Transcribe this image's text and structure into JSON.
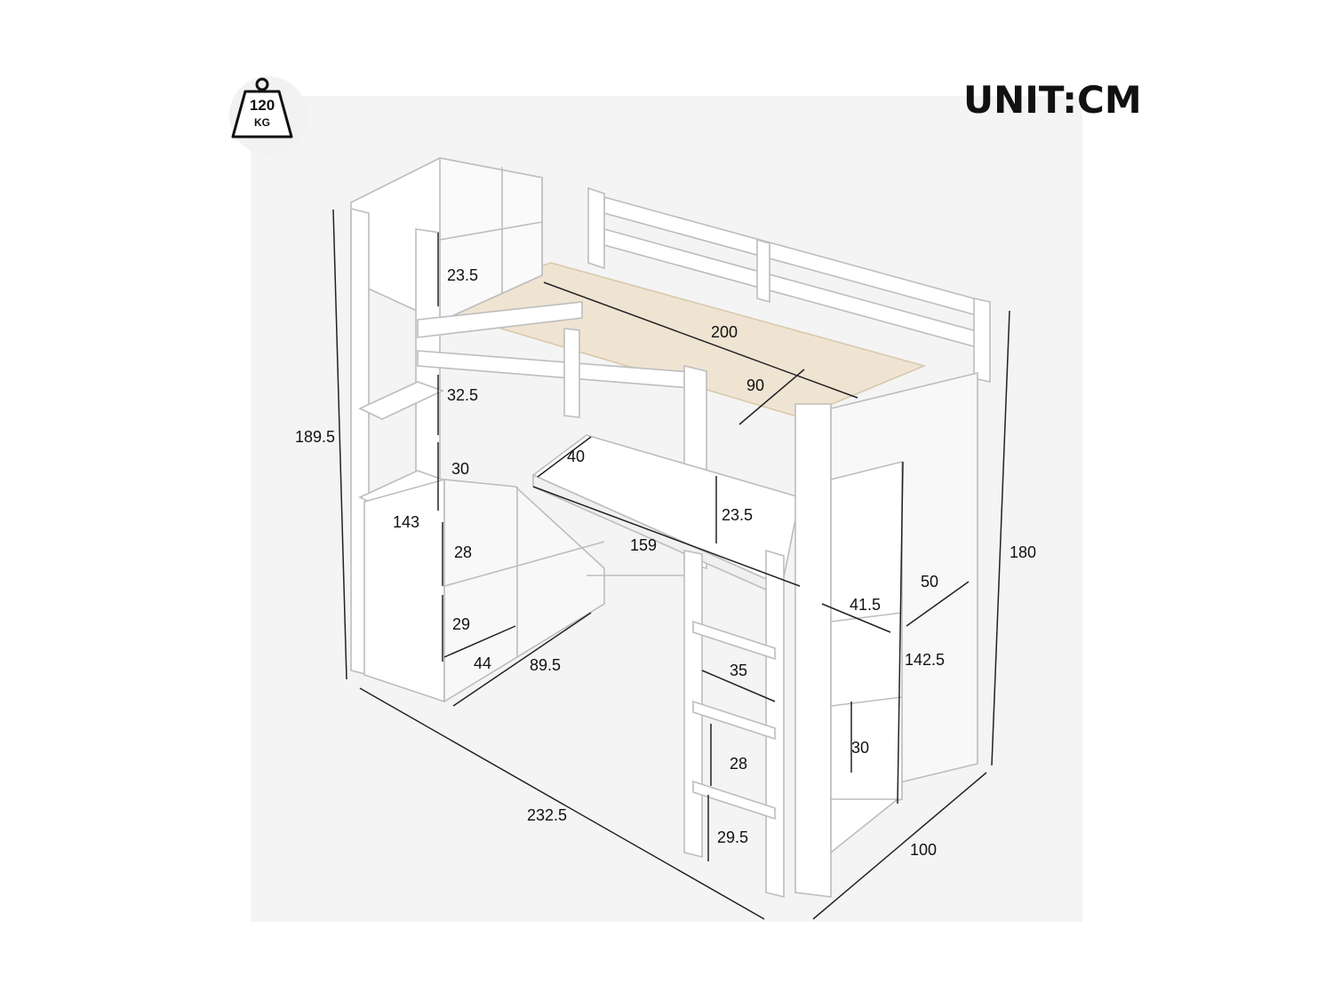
{
  "unit_label": "UNIT:CM",
  "weight_badge": {
    "value": "120",
    "unit": "KG",
    "icon": "weight-icon"
  },
  "dimensions": {
    "total_height": "189.5",
    "total_length": "232.5",
    "depth": "100",
    "right_height": "180",
    "mattress_length": "200",
    "mattress_width": "90",
    "shelf_top": "23.5",
    "shelf_1": "32.5",
    "shelf_2": "30",
    "shelf_3": "28",
    "shelf_4": "29",
    "shelf_tower_height": "143",
    "shelf_depth": "44",
    "shelf_width": "89.5",
    "desk_depth": "40",
    "desk_width": "159",
    "desk_gap": "23.5",
    "wardrobe_width": "50",
    "wardrobe_depth": "41.5",
    "wardrobe_height": "142.5",
    "wardrobe_shelf": "30",
    "ladder_width": "35",
    "ladder_step": "28",
    "ladder_bottom": "29.5"
  },
  "colors": {
    "frame_fill": "#ffffff",
    "frame_stroke": "#bdbdbd",
    "slat": "#efe4d2",
    "line": "#222222"
  }
}
